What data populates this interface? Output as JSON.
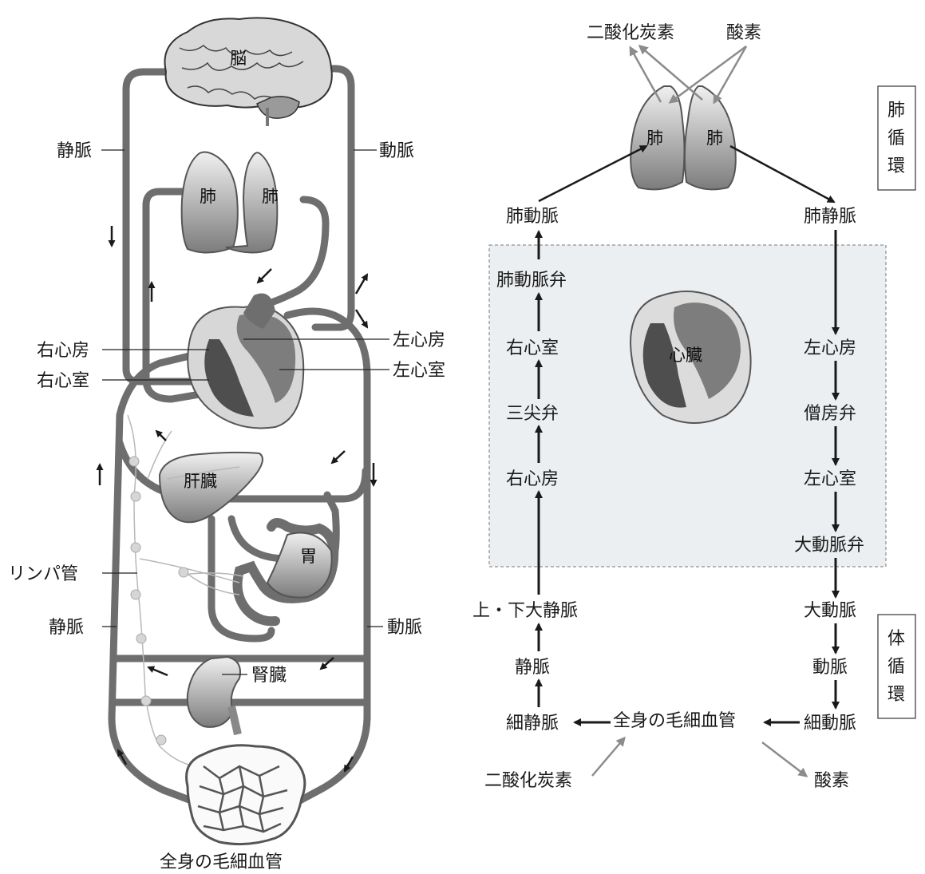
{
  "left_diagram": {
    "brain": "脳",
    "lung_left": "肺",
    "lung_right": "肺",
    "vein_upper": "静脈",
    "artery_upper": "動脈",
    "right_atrium": "右心房",
    "right_ventricle": "右心室",
    "left_atrium": "左心房",
    "left_ventricle": "左心室",
    "liver": "肝臓",
    "stomach": "胃",
    "lymph": "リンパ管",
    "vein_lower": "静脈",
    "artery_lower": "動脈",
    "kidney": "腎臓",
    "capillaries": "全身の毛細血管"
  },
  "right_diagram": {
    "co2_top": "二酸化炭素",
    "o2_top": "酸素",
    "lung_left": "肺",
    "lung_right": "肺",
    "pulmonary_circulation": [
      "肺",
      "循",
      "環"
    ],
    "systemic_circulation": [
      "体",
      "循",
      "環"
    ],
    "pulmonary_artery": "肺動脈",
    "pulmonary_vein": "肺静脈",
    "pulmonary_valve": "肺動脈弁",
    "right_ventricle": "右心室",
    "tricuspid_valve": "三尖弁",
    "right_atrium": "右心房",
    "heart": "心臓",
    "left_atrium": "左心房",
    "mitral_valve": "僧房弁",
    "left_ventricle": "左心室",
    "aortic_valve": "大動脈弁",
    "vena_cava": "上・下大静脈",
    "aorta": "大動脈",
    "vein": "静脈",
    "artery": "動脈",
    "venule": "細静脈",
    "capillaries": "全身の毛細血管",
    "arteriole": "細動脈",
    "co2_bottom": "二酸化炭素",
    "o2_bottom": "酸素"
  },
  "colors": {
    "vessel": "#6e6e6e",
    "organ_light": "#dcdcdc",
    "organ_dark": "#7a7a7a",
    "gas_arrow": "#8c8c8c",
    "flow_arrow": "#1a1a1a",
    "heart_box": "#eceff1"
  }
}
